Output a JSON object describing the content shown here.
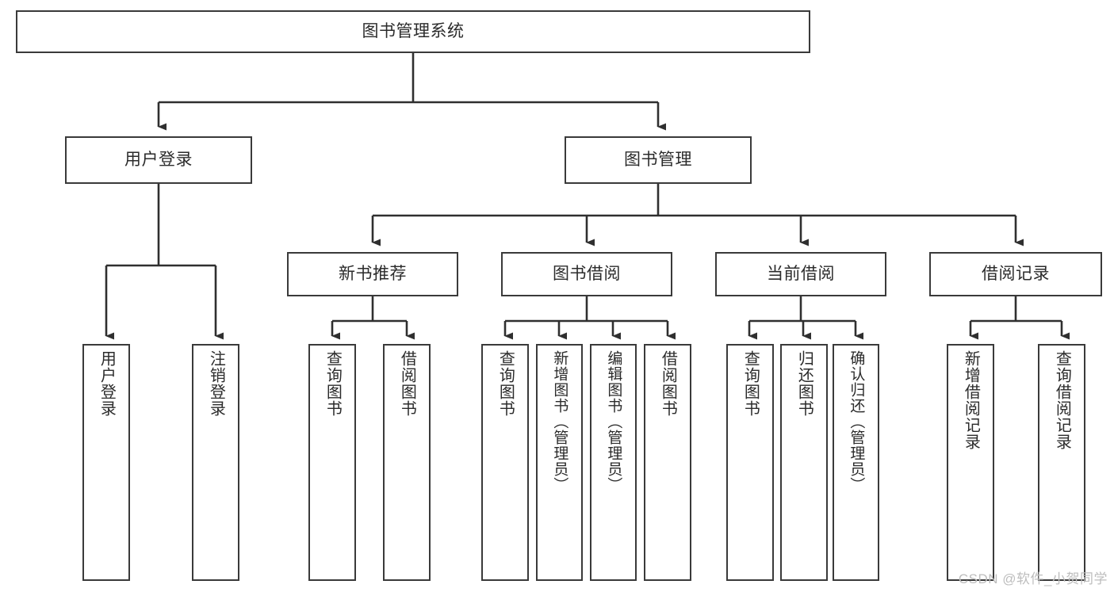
{
  "diagram": {
    "type": "tree-hierarchy",
    "title": "图书管理系统",
    "levels": 3,
    "colors": {
      "stroke": "#3a3a3a",
      "fill": "#ffffff",
      "text": "#2b2b2b",
      "watermark": "#bdbdbd"
    },
    "root": {
      "id": "root",
      "label": "图书管理系统",
      "orientation": "horizontal"
    },
    "level2": [
      {
        "id": "user-login",
        "label": "用户登录",
        "orientation": "horizontal"
      },
      {
        "id": "book-manage",
        "label": "图书管理",
        "orientation": "horizontal"
      }
    ],
    "level3": [
      {
        "id": "new-book-recommend",
        "label": "新书推荐",
        "orientation": "horizontal",
        "parent": "book-manage"
      },
      {
        "id": "book-borrow",
        "label": "图书借阅",
        "orientation": "horizontal",
        "parent": "book-manage"
      },
      {
        "id": "current-borrow",
        "label": "当前借阅",
        "orientation": "horizontal",
        "parent": "book-manage"
      },
      {
        "id": "borrow-record",
        "label": "借阅记录",
        "orientation": "horizontal",
        "parent": "book-manage"
      }
    ],
    "leaves": [
      {
        "id": "leaf-user-login",
        "label": "用户登录",
        "parent": "user-login"
      },
      {
        "id": "leaf-logout",
        "label": "注销登录",
        "parent": "user-login"
      },
      {
        "id": "leaf-query-book-1",
        "label": "查询图书",
        "parent": "new-book-recommend"
      },
      {
        "id": "leaf-borrow-book-1",
        "label": "借阅图书",
        "parent": "new-book-recommend"
      },
      {
        "id": "leaf-query-book-2",
        "label": "查询图书",
        "parent": "book-borrow"
      },
      {
        "id": "leaf-add-book",
        "label": "新增图书（管理员）",
        "parent": "book-borrow"
      },
      {
        "id": "leaf-edit-book",
        "label": "编辑图书（管理员）",
        "parent": "book-borrow"
      },
      {
        "id": "leaf-borrow-book-2",
        "label": "借阅图书",
        "parent": "book-borrow"
      },
      {
        "id": "leaf-query-book-3",
        "label": "查询图书",
        "parent": "current-borrow"
      },
      {
        "id": "leaf-return-book",
        "label": "归还图书",
        "parent": "current-borrow"
      },
      {
        "id": "leaf-confirm-return",
        "label": "确认归还（管理员）",
        "parent": "current-borrow"
      },
      {
        "id": "leaf-add-record",
        "label": "新增借阅记录",
        "parent": "borrow-record"
      },
      {
        "id": "leaf-query-record",
        "label": "查询借阅记录",
        "parent": "borrow-record"
      }
    ]
  },
  "watermark": {
    "text": "CSDN @软件_小贺同学"
  }
}
